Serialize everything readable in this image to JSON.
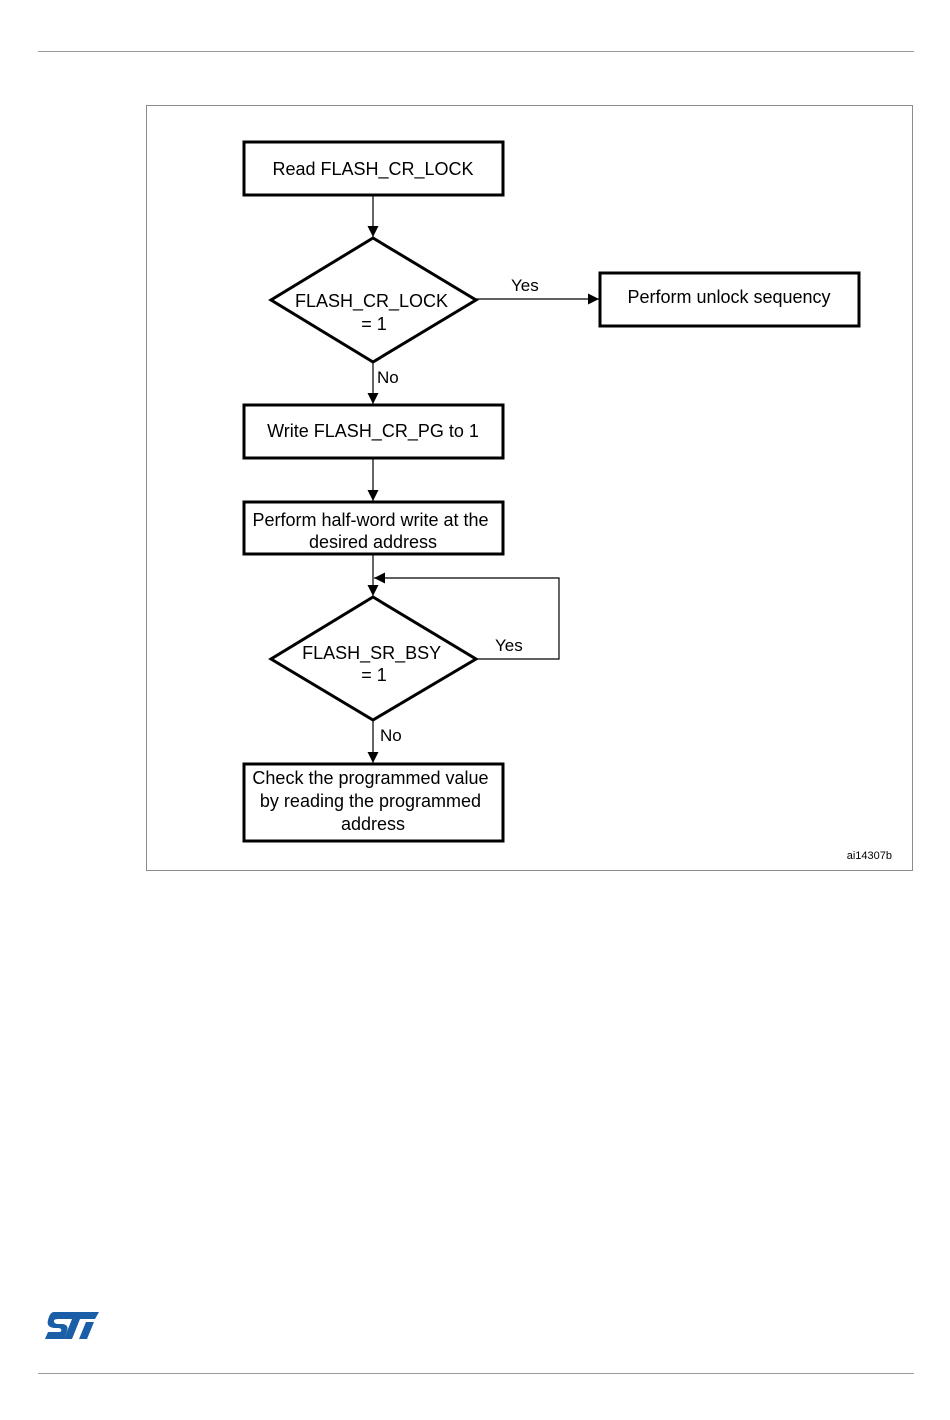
{
  "flowchart": {
    "nodes": {
      "read_lock": {
        "lines": [
          "Read FLASH_CR_LOCK"
        ]
      },
      "lock_decision": {
        "lines": [
          "FLASH_CR_LOCK",
          "= 1"
        ]
      },
      "unlock": {
        "lines": [
          "Perform unlock sequency"
        ]
      },
      "write_pg": {
        "lines": [
          "Write FLASH_CR_PG to 1"
        ]
      },
      "halfword_write": {
        "lines": [
          "Perform half-word write at the",
          "desired address"
        ]
      },
      "bsy_decision": {
        "lines": [
          "FLASH_SR_BSY",
          "= 1"
        ]
      },
      "check_value": {
        "lines": [
          "Check the programmed value",
          "by reading the programmed",
          "address"
        ]
      }
    },
    "edges": {
      "lock_yes": "Yes",
      "lock_no": "No",
      "bsy_yes": "Yes",
      "bsy_no": "No"
    },
    "figure_id": "ai14307b"
  },
  "colors": {
    "ink": "#000000",
    "rule": "#9a9a9a",
    "frame": "#8c8c8c",
    "logo": "#1a5ea8"
  },
  "logo": {
    "icon": "st-logo-icon"
  }
}
